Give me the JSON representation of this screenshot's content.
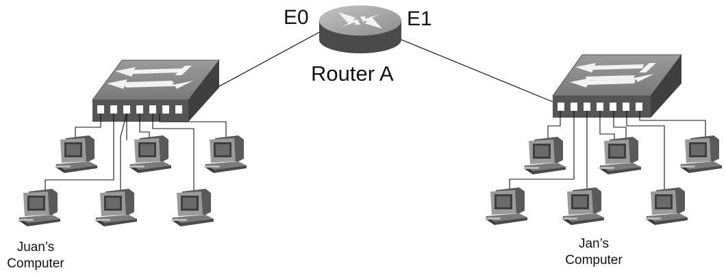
{
  "router": {
    "name": "Router A",
    "interfaces": [
      "E0",
      "E1"
    ]
  },
  "switches": [
    {
      "id": "switch-left"
    },
    {
      "id": "switch-right"
    }
  ],
  "labels": {
    "left_computer": {
      "line1": "Juan’s",
      "line2": "Computer"
    },
    "right_computer": {
      "line1": "Jan’s",
      "line2": "Computer"
    }
  },
  "icons": [
    "router-icon",
    "switch-icon",
    "computer-icon"
  ],
  "colors": {
    "background": "#ffffff",
    "line": "#111111",
    "device_dark": "#4a4a4a",
    "device_mid": "#8a8a8a",
    "device_light": "#c8c8c8"
  }
}
